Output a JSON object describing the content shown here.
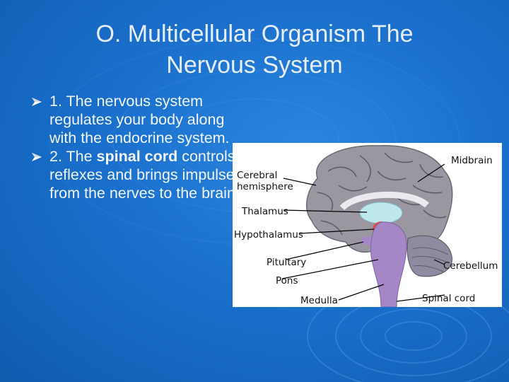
{
  "slide": {
    "title_line1": "O. Multicellular Organism The",
    "title_line2": "Nervous System",
    "bullets": [
      {
        "text_before": "1. The nervous system regulates your body along with the endocrine system.",
        "bold": "",
        "text_after": ""
      },
      {
        "text_before": "2. The ",
        "bold": "spinal cord",
        "text_after": " controls reflexes and brings impulses from the nerves to the brain."
      }
    ]
  },
  "figure": {
    "labels": {
      "midbrain": "Midbrain",
      "cerebral_hemisphere_1": "Cerebral",
      "cerebral_hemisphere_2": "hemisphere",
      "thalamus": "Thalamus",
      "hypothalamus": "Hypothalamus",
      "pituitary": "Pituitary",
      "cerebellum": "Cerebellum",
      "pons": "Pons",
      "medulla": "Medulla",
      "spinal_cord": "Spinal cord"
    }
  },
  "colors": {
    "background": "#1a70cc",
    "brain_gray": "#9a97a0",
    "brainstem_purple": "#a586c6",
    "thalamus_cyan": "#bfe7ee",
    "hypothalamus_red": "#e24c3c"
  }
}
